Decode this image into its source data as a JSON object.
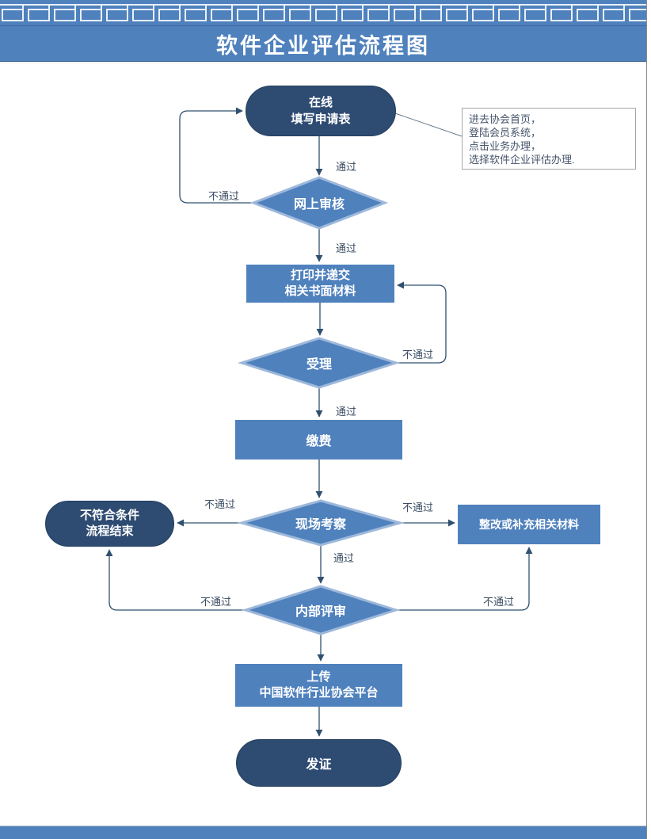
{
  "header": {
    "title": "软件企业评估流程图"
  },
  "diagram": {
    "nodes": {
      "start": "在线\n填写申请表",
      "note": "进去协会首页，\n登陆会员系统，\n点击业务办理，\n选择软件企业评估办理.",
      "review_online": "网上审核",
      "print_submit": "打印并递交\n相关书面材料",
      "accept": "受理",
      "pay": "缴费",
      "site_visit": "现场考察",
      "not_qualified": "不符合条件\n流程结束",
      "rectify": "整改或补充相关材料",
      "internal_review": "内部评审",
      "upload": "上传\n中国软件行业协会平台",
      "certificate": "发证"
    },
    "edge_labels": {
      "pass": "通过",
      "fail": "不通过"
    }
  },
  "colors": {
    "header_blue": "#4f81bd",
    "process_blue": "#4f81bd",
    "diamond_border": "#9db8da",
    "terminator_dark_blue": "#2e4b72",
    "arrow": "#31506f",
    "note_text": "#44546a",
    "pattern_stroke": "#e9f0f8"
  }
}
